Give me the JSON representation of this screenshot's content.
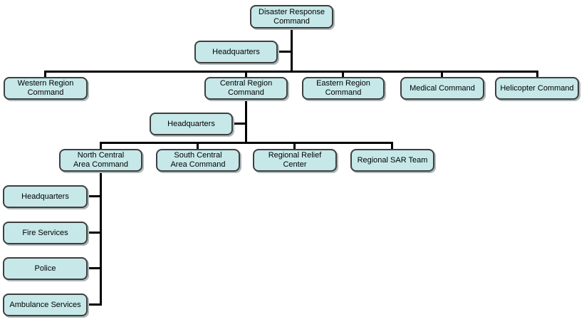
{
  "diagram": {
    "type": "org-chart",
    "colors": {
      "node_fill": "#c6e8e9",
      "node_border": "#3f3f3f",
      "node_shadow": "#afb8b8",
      "connector_line": "#000000",
      "background": "#ffffff",
      "text": "#000000"
    },
    "nodes": {
      "root": "Disaster Response\nCommand",
      "hq_top": "Headquarters",
      "western": "Western Region\nCommand",
      "central": "Central Region\nCommand",
      "eastern": "Eastern Region\nCommand",
      "medical": "Medical Command",
      "helicopter": "Helicopter Command",
      "hq_central": "Headquarters",
      "north_central": "North Central\nArea Command",
      "south_central": "South Central\nArea Command",
      "relief": "Regional Relief Center",
      "sar": "Regional SAR Team",
      "hq_north": "Headquarters",
      "fire": "Fire Services",
      "police": "Police",
      "ambulance": "Ambulance Services"
    },
    "hierarchy": {
      "root": {
        "assistant": "hq_top",
        "children": [
          "western",
          "central",
          "eastern",
          "medical",
          "helicopter"
        ]
      },
      "central": {
        "assistant": "hq_central",
        "children": [
          "north_central",
          "south_central",
          "relief",
          "sar"
        ]
      },
      "north_central": {
        "children_left_column": [
          "hq_north",
          "fire",
          "police",
          "ambulance"
        ]
      }
    }
  }
}
